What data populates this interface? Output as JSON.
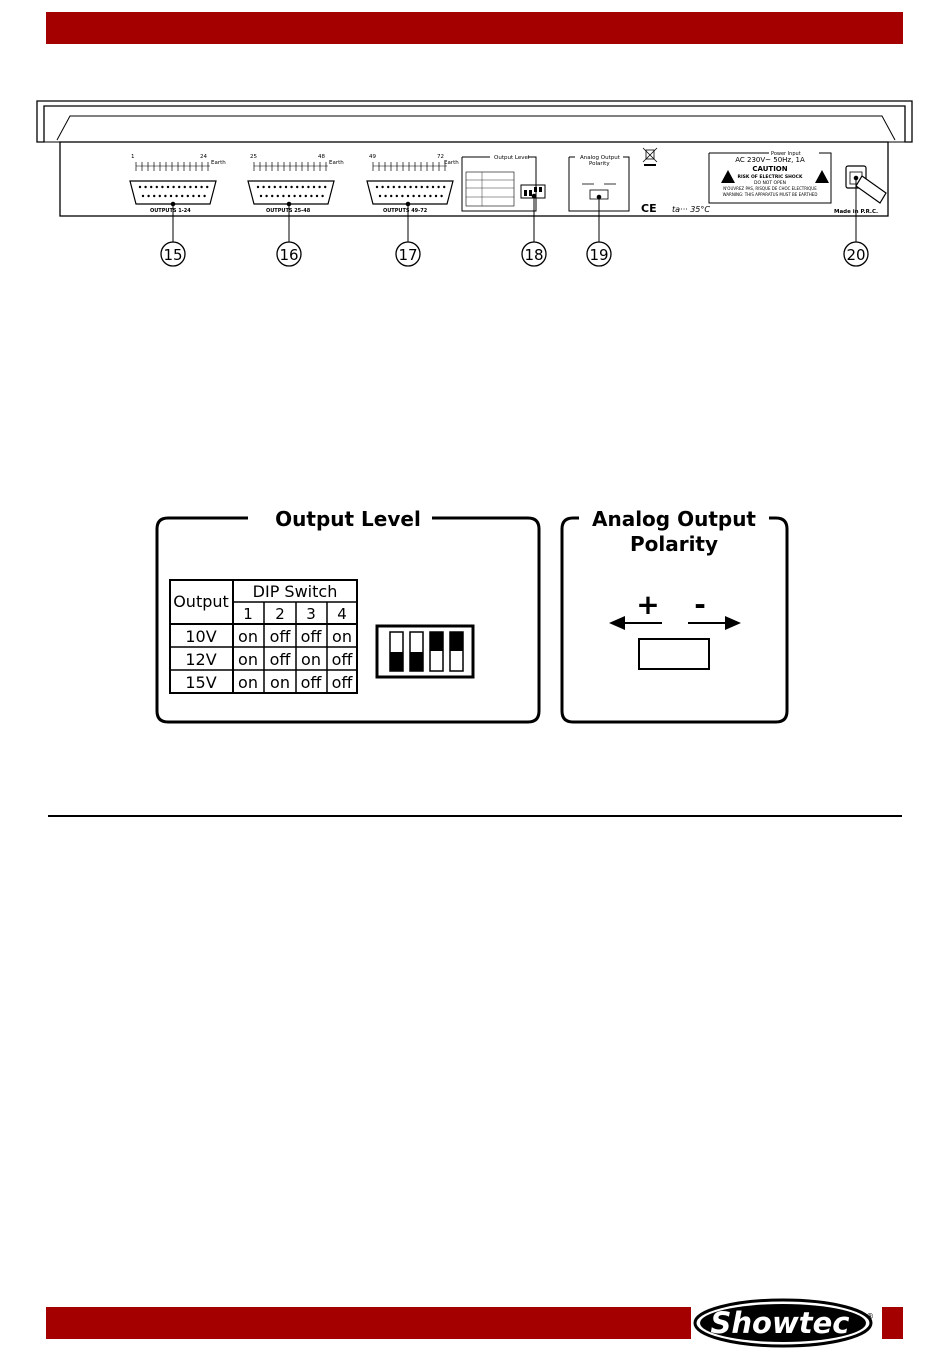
{
  "rear_panel": {
    "connectors": [
      {
        "start": "1",
        "end": "24",
        "earth": "Earth",
        "label": "OUTPUTS 1-24",
        "callout": "15"
      },
      {
        "start": "25",
        "end": "48",
        "earth": "Earth",
        "label": "OUTPUTS 25-48",
        "callout": "16"
      },
      {
        "start": "49",
        "end": "72",
        "earth": "Earth",
        "label": "OUTPUTS 49-72",
        "callout": "17"
      }
    ],
    "output_level_small": {
      "title": "Output Level",
      "callout": "18"
    },
    "polarity_small": {
      "title_line1": "Analog Output",
      "title_line2": "Polarity",
      "callout": "19"
    },
    "ce": "CE",
    "ta": "ta··· 35°C",
    "power": {
      "title": "Power Input",
      "rating": "AC 230V~ 50Hz, 1A",
      "caution": "CAUTION",
      "risk": "RISK OF ELECTRIC SHOCK",
      "do_not_open": "DO NOT OPEN",
      "french": "N'OUVREZ PAS, RISQUE DE CHOC ELECTRIQUE",
      "warning": "WARNING: THIS APPARATUS MUST BE EARTHED"
    },
    "made_in": "Made in P.R.C.",
    "power_callout": "20"
  },
  "output_level": {
    "title": "Output Level",
    "table": {
      "output_header": "Output",
      "dip_header": "DIP Switch",
      "switch_numbers": [
        "1",
        "2",
        "3",
        "4"
      ],
      "rows": [
        {
          "output": "10V",
          "values": [
            "on",
            "off",
            "off",
            "on"
          ]
        },
        {
          "output": "12V",
          "values": [
            "on",
            "off",
            "on",
            "off"
          ]
        },
        {
          "output": "15V",
          "values": [
            "on",
            "on",
            "off",
            "off"
          ]
        }
      ]
    }
  },
  "polarity": {
    "title_line1": "Analog Output",
    "title_line2": "Polarity",
    "plus": "+",
    "minus": "-"
  },
  "logo": {
    "text": "Showtec",
    "registered": "®"
  },
  "colors": {
    "brand_red": "#a50000"
  }
}
